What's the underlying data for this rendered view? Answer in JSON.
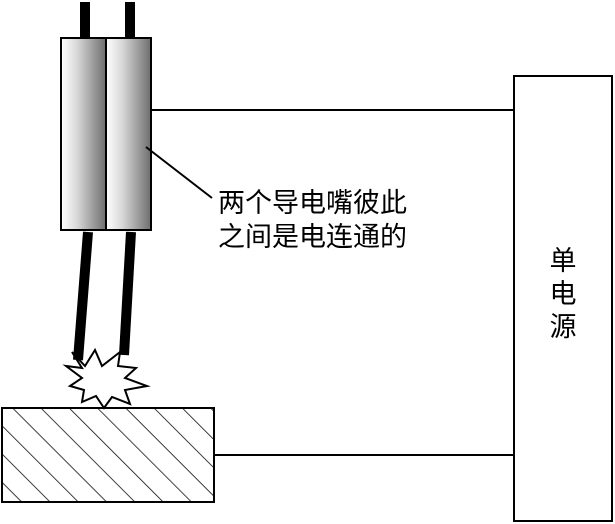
{
  "annotation": {
    "line1": "两个导电嘴彼此",
    "line2": "之间是电连通的"
  },
  "power_source": {
    "char1": "单",
    "char2": "电",
    "char3": "源"
  },
  "colors": {
    "stroke": "#000000",
    "background": "#ffffff",
    "nozzle_dark": "#6e6e6e",
    "nozzle_light": "#ffffff"
  }
}
